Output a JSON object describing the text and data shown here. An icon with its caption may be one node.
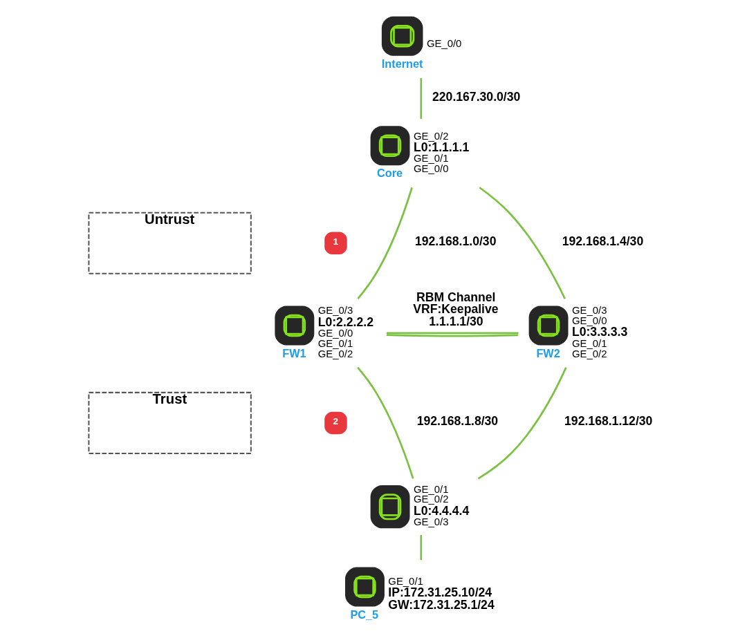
{
  "diagram": {
    "nodes": [
      {
        "text": [
          "Internet"
        ],
        "beside": [
          "GE_0/0"
        ]
      },
      {
        "text": [
          "Core"
        ],
        "beside": [
          "GE_0/2",
          "L0:1.1.1.1",
          "GE_0/1",
          "GE_0/0"
        ]
      },
      {
        "text": [
          "Untrust"
        ]
      },
      {
        "text": [
          "FW1"
        ],
        "beside": [
          "GE_0/3",
          "L0:2.2.2.2",
          "GE_0/0",
          "GE_0/1",
          "GE_0/2"
        ]
      },
      {
        "text": [
          "FW2"
        ],
        "beside": [
          "GE_0/3",
          "GE_0/0",
          "L0:3.3.3.3",
          "GE_0/1",
          "GE_0/2"
        ]
      },
      {
        "text": [
          "Trust"
        ]
      },
      {
        "text": [],
        "shape": "box",
        "beside": [
          "GE_0/1",
          "GE_0/2",
          "L0:4.4.4.4",
          "GE_0/3"
        ]
      },
      {
        "text": [
          "PC_5"
        ],
        "beside": [
          "GE_0/1",
          "IP:172.31.25.10/24",
          "GW:172.31.25.1/24"
        ]
      }
    ],
    "edges": [
      {
        "from": 0,
        "to": 1,
        "arrow": "none",
        "label": "220.167.30.0/30"
      },
      {
        "from": 1,
        "to": 3,
        "arrow": "none",
        "label": "192.168.1.0/30"
      },
      {
        "from": 1,
        "to": 4,
        "arrow": "none",
        "label": "192.168.1.4/30"
      },
      {
        "from": 3,
        "to": 4,
        "arrow": "none",
        "label": "RBM Channel VRF:Keepalive 1.1.1.1/30"
      },
      {
        "from": 3,
        "to": 4,
        "arrow": "none"
      },
      {
        "from": 3,
        "to": 6,
        "arrow": "none",
        "label": "192.168.1.8/30"
      },
      {
        "from": 4,
        "to": 6,
        "arrow": "none",
        "label": "192.168.1.12/30"
      },
      {
        "from": 6,
        "to": 7,
        "arrow": "none"
      }
    ],
    "labels": [
      "1",
      "2"
    ]
  }
}
